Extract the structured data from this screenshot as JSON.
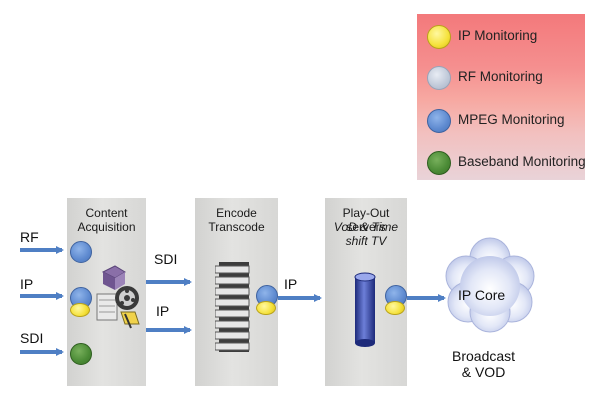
{
  "legend": {
    "items": [
      {
        "label": "IP Monitoring",
        "color": "#f5e13a"
      },
      {
        "label": "RF Monitoring",
        "color": "#bfc8d8"
      },
      {
        "label": "MPEG Monitoring",
        "color": "#5d89cf"
      },
      {
        "label": "Baseband Monitoring",
        "color": "#4a8a35"
      }
    ]
  },
  "inputs": {
    "rf": "RF",
    "ip": "IP",
    "sdi": "SDI"
  },
  "stages": {
    "acquisition": {
      "title": "Content\nAcquisition"
    },
    "encode": {
      "title": "Encode\nTranscode"
    },
    "playout": {
      "title": "Play-Out servers",
      "subtitle": "VoD & Time\nshift TV"
    }
  },
  "links": {
    "sdi": "SDI",
    "ip_lower": "IP",
    "ip_playout": "IP"
  },
  "core": {
    "label": "IP Core",
    "caption": "Broadcast\n& VOD"
  }
}
